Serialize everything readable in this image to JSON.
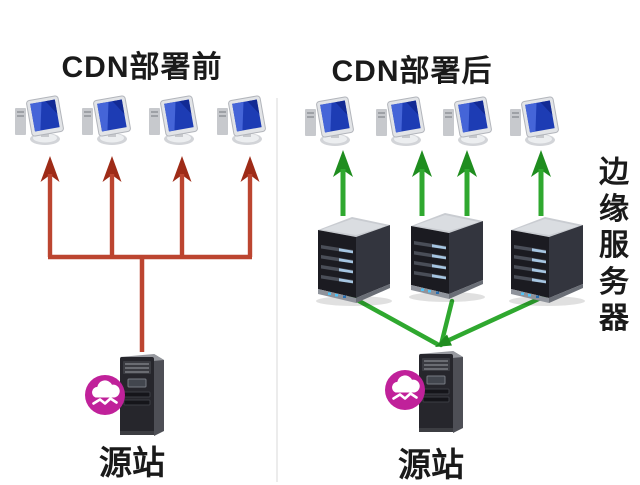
{
  "titles": {
    "before": "CDN部署前",
    "after": "CDN部署后"
  },
  "labels": {
    "origin_left": "源站",
    "origin_right": "源站",
    "edge_vertical": "边缘服务器"
  },
  "structure": {
    "before": {
      "clients": 4,
      "origin": "源站",
      "links": "origin connects directly to all 4 clients",
      "arrow_color_name": "red"
    },
    "after": {
      "clients": 4,
      "edge_servers": 3,
      "origin": "源站",
      "links": "origin connects to 3 edge servers; edge servers serve 4 clients (middle server serves 2)",
      "arrow_color_name": "green"
    }
  },
  "icons": {
    "client": "desktop-computer-icon",
    "edge_server": "rack-server-icon",
    "origin_server": "tower-server-icon",
    "origin_badge": "cdn-cloud-icon"
  },
  "colors": {
    "arrow_red": "#bc4530",
    "arrow_red_dark": "#9e2b17",
    "arrow_green": "#2fa82f",
    "arrow_green_dark": "#1f8d1f",
    "cloud_magenta": "#c0219a",
    "screen_blue": "#1d3cb4",
    "background": "#ffffff"
  }
}
